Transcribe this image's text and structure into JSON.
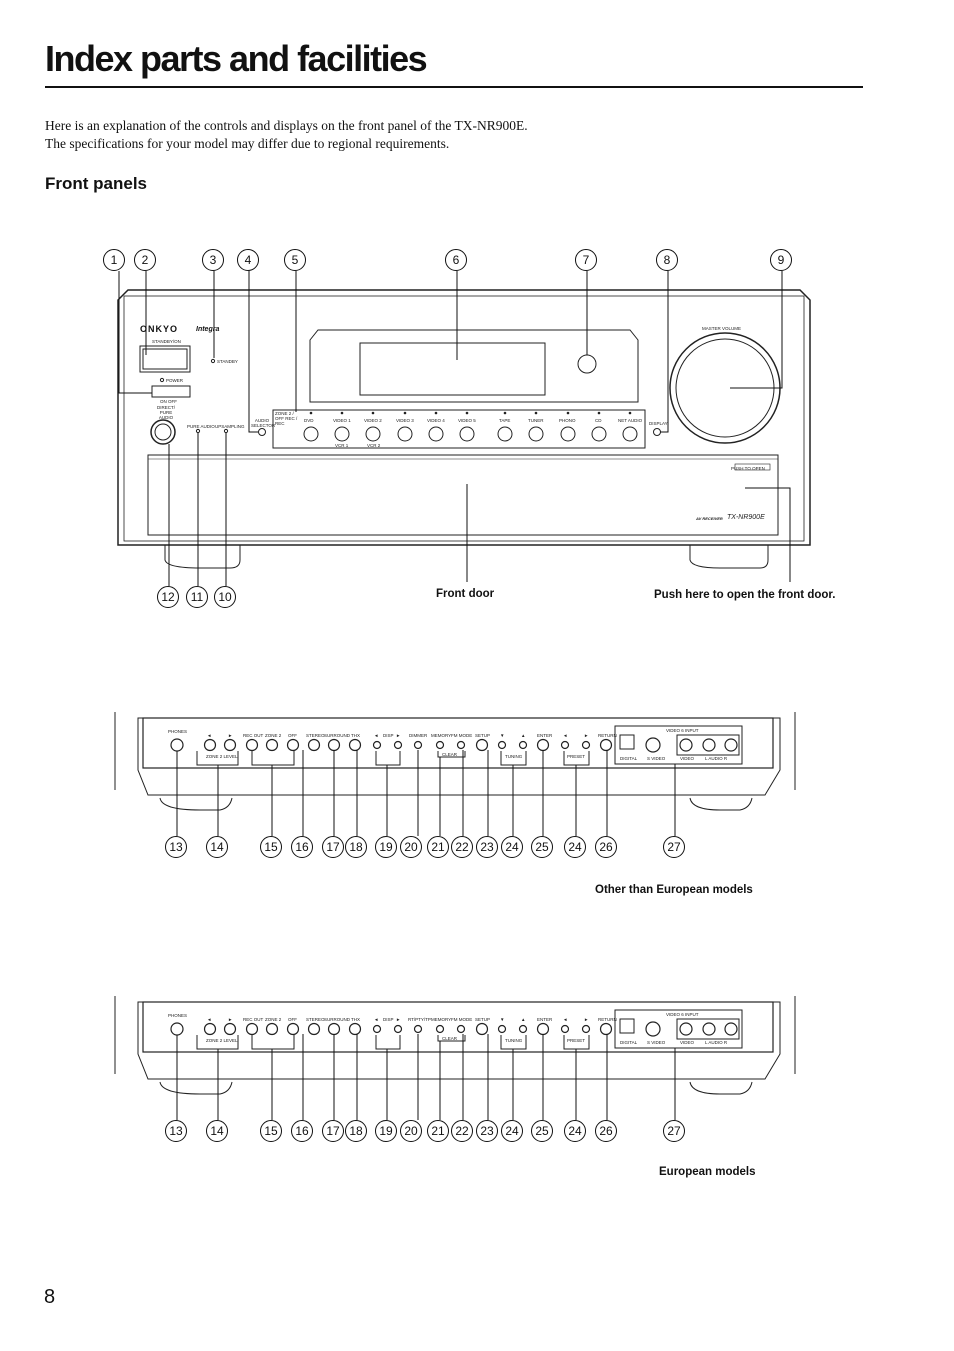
{
  "page": {
    "title": "Index parts and facilities",
    "intro_line1": "Here is an explanation of the controls and displays on the front panel of the TX-NR900E.",
    "intro_line2": "The specifications for your model may differ due to regional requirements.",
    "section_title": "Front panels",
    "page_number": "8"
  },
  "captions": {
    "front_door": "Front door",
    "push_open": "Push here to open the front door.",
    "other_models": "Other than European models",
    "european_models": "European models"
  },
  "top_callouts": [
    "1",
    "2",
    "3",
    "4",
    "5",
    "6",
    "7",
    "8",
    "9"
  ],
  "bottom_left_callouts": [
    "12",
    "11",
    "10"
  ],
  "subpanel_callouts": [
    "13",
    "14",
    "15",
    "16",
    "17",
    "18",
    "19",
    "20",
    "21",
    "22",
    "23",
    "24",
    "25",
    "24",
    "26",
    "27"
  ],
  "front_panel": {
    "brand": "ONKYO",
    "brand2": "Integra",
    "standby_on": "STANDBY/ON",
    "standby": "STANDBY",
    "power": "POWER",
    "on_off": "ON  OFF",
    "direct": "DIRECT/ PURE AUDIO",
    "pure_audio": "PURE AUDIO",
    "upsampling": "UPSAMPLING",
    "audio_selector": "AUDIO SELECTOR",
    "zone_rec": "ZONE 2 / OFF REC / REC",
    "display": "DISPLAY",
    "master_volume": "MASTER  VOLUME",
    "push_to_open": "PUSH TO OPEN",
    "model": "TX-NR900E",
    "model_prefix": "AV RECEIVER",
    "inputs": [
      "DVD",
      "VIDEO 1",
      "VIDEO 2",
      "VIDEO 3",
      "VIDEO 4",
      "VIDEO 5",
      "TAPE",
      "TUNER",
      "PHONO",
      "CD",
      "NET AUDIO"
    ],
    "vcr1": "VCR 1",
    "vcr2": "VCR 2"
  },
  "sub_panel_other": {
    "phones": "PHONES",
    "buttons": [
      "◄",
      "►",
      "REC OUT",
      "ZONE 2",
      "OFF",
      "STEREO",
      "SURROUND",
      "THX",
      "◄",
      "DISP",
      "►",
      "DIMMER",
      "MEMORY",
      "FM MODE",
      "SETUP",
      "▼",
      "▲",
      "ENTER",
      "◄",
      "►",
      "RETURN"
    ],
    "zone2_level": "ZONE 2 LEVEL",
    "clear": "CLEAR",
    "tuning": "TUNING",
    "preset": "PRESET",
    "video6_input": "VIDEO 6 INPUT",
    "digital": "DIGITAL",
    "s_video": "S VIDEO",
    "video": "VIDEO",
    "audio": "L AUDIO R"
  },
  "sub_panel_eu": {
    "phones": "PHONES",
    "buttons": [
      "◄",
      "►",
      "REC OUT",
      "ZONE 2",
      "OFF",
      "STEREO",
      "SURROUND",
      "THX",
      "◄",
      "DISP",
      "►",
      "RT/PTY/TP",
      "MEMORY",
      "FM MODE",
      "SETUP",
      "▼",
      "▲",
      "ENTER",
      "◄",
      "►",
      "RETURN"
    ],
    "zone2_level": "ZONE 2 LEVEL",
    "clear": "CLEAR",
    "tuning": "TUNING",
    "preset": "PRESET",
    "video6_input": "VIDEO 6 INPUT",
    "digital": "DIGITAL",
    "s_video": "S VIDEO",
    "video": "VIDEO",
    "audio": "L AUDIO R"
  }
}
